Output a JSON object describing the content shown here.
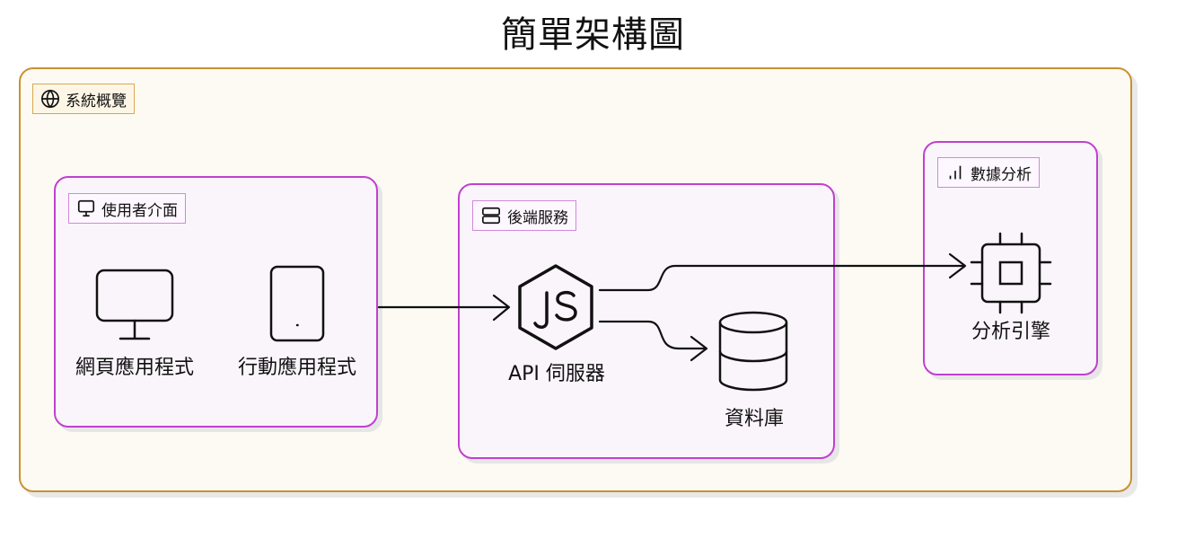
{
  "title": "簡單架構圖",
  "system": {
    "label": "系統概覽",
    "icon": "globe-icon"
  },
  "groups": {
    "ui": {
      "label": "使用者介面",
      "icon": "monitor-icon"
    },
    "backend": {
      "label": "後端服務",
      "icon": "server-icon"
    },
    "analytics": {
      "label": "數據分析",
      "icon": "bar-chart-icon"
    }
  },
  "nodes": {
    "web_app": {
      "label": "網頁應用程式",
      "icon": "monitor-icon"
    },
    "mobile_app": {
      "label": "行動應用程式",
      "icon": "smartphone-icon"
    },
    "api_server": {
      "label": "API 伺服器",
      "icon": "nodejs-icon"
    },
    "database": {
      "label": "資料庫",
      "icon": "database-icon"
    },
    "analytics_engine": {
      "label": "分析引擎",
      "icon": "cpu-icon"
    }
  },
  "colors": {
    "outer_border": "#c8922e",
    "group_border": "#c040d0"
  }
}
